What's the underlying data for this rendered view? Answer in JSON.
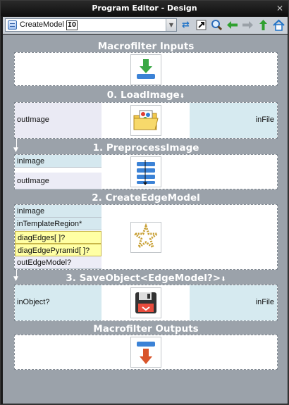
{
  "window": {
    "title": "Program Editor - Design",
    "close": "✕"
  },
  "toolbar": {
    "program_name": "CreateModel",
    "program_tag": "IO",
    "buttons": [
      "swap-icon",
      "open-external-icon",
      "search-icon",
      "arrow-left-icon",
      "arrow-right-icon",
      "arrow-up-icon",
      "home-icon"
    ]
  },
  "sections": {
    "inputs": {
      "title": "Macrofilter Inputs"
    },
    "load": {
      "title": "0. LoadImage",
      "in_port": "outImage",
      "out_port": "inFile"
    },
    "preprocess": {
      "title": "1. PreprocessImage",
      "ports": [
        "inImage",
        "outImage"
      ]
    },
    "edge": {
      "title": "2. CreateEdgeModel",
      "ports": [
        "inImage",
        "inTemplateRegion*",
        "diagEdges[ ]?",
        "diagEdgePyramid[ ]?",
        "outEdgeModel?"
      ]
    },
    "save": {
      "title": "3. SaveObject<EdgeModel?>",
      "in_port": "inObject?",
      "out_port": "inFile"
    },
    "outputs": {
      "title": "Macrofilter Outputs"
    }
  },
  "colors": {
    "canvas": "#9ba2aa",
    "title_text": "#ffffff",
    "port_blue": "#d5e8ef",
    "port_yellow": "#ffffa4"
  }
}
